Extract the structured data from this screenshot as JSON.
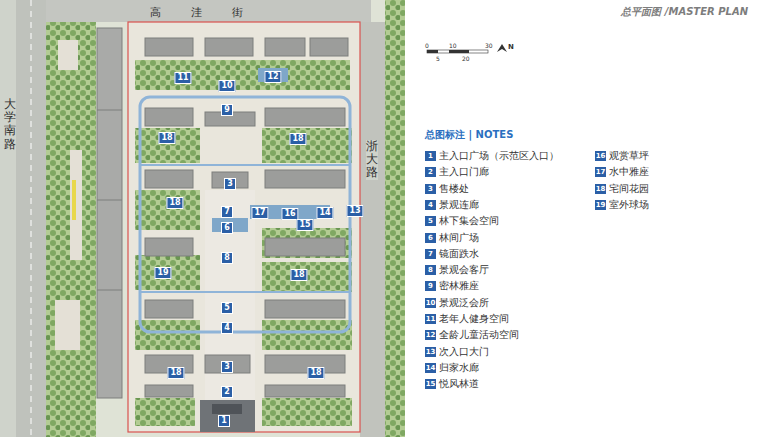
{
  "diagram": {
    "title": "总平面图 /MASTER PLAN",
    "labels": [
      "高洼街",
      "大学南路",
      "浙大路",
      "11",
      "12",
      "10",
      "9",
      "18",
      "18",
      "3",
      "18",
      "7",
      "17",
      "16",
      "14",
      "13",
      "15",
      "6",
      "8",
      "19",
      "18",
      "5",
      "4",
      "18",
      "3",
      "2",
      "18",
      "1",
      "0",
      "10",
      "30",
      "5",
      "20",
      "N",
      "总图标注 | NOTES",
      "1",
      "2",
      "3",
      "4",
      "5",
      "6",
      "7",
      "8",
      "9",
      "10",
      "11",
      "12",
      "13",
      "14",
      "15",
      "16",
      "17",
      "18",
      "19"
    ],
    "legend": [
      {
        "text": "主入口广场（示范区入口）",
        "color": "#2b5fa6"
      },
      {
        "text": "主入口门廊",
        "color": "#2b5fa6"
      },
      {
        "text": "售楼处",
        "color": "#2b5fa6"
      },
      {
        "text": "景观连廊",
        "color": "#2b5fa6"
      },
      {
        "text": "林下集会空间",
        "color": "#2b5fa6"
      },
      {
        "text": "林间广场",
        "color": "#2b5fa6"
      },
      {
        "text": "镜面跌水",
        "color": "#2b5fa6"
      },
      {
        "text": "景观会客厅",
        "color": "#2b5fa6"
      },
      {
        "text": "密林雅座",
        "color": "#2b5fa6"
      },
      {
        "text": "景观泛会所",
        "color": "#2b5fa6"
      },
      {
        "text": "老年人健身空间",
        "color": "#2b5fa6"
      },
      {
        "text": "全龄儿童活动空间",
        "color": "#2b5fa6"
      },
      {
        "text": "次入口大门",
        "color": "#2b5fa6"
      },
      {
        "text": "归家水廊",
        "color": "#2b5fa6"
      },
      {
        "text": "悦风林道",
        "color": "#2b5fa6"
      },
      {
        "text": "观赏草坪",
        "color": "#2b5fa6"
      },
      {
        "text": "水中雅座",
        "color": "#2b5fa6"
      },
      {
        "text": "宅间花园",
        "color": "#2b5fa6"
      },
      {
        "text": "室外球场",
        "color": "#2b5fa6"
      }
    ]
  }
}
